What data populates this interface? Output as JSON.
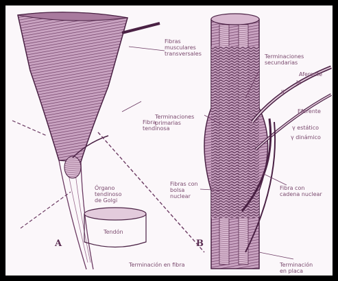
{
  "colors": {
    "ink": "#6b3a62",
    "fill": "#c9a3c1",
    "dark": "#4a2144",
    "paper": "#fbf7fa",
    "border": "#000000"
  },
  "panels": {
    "a": {
      "letter": "A"
    },
    "b": {
      "letter": "B"
    }
  },
  "labels": {
    "fibras_musculares_transversales": "Fibras\nmusculares\ntransversales",
    "fibras_tendinosas": "Fibra\ntendinosa",
    "organo_tendinoso_golgi": "Órgano\ntendinoso\nde Golgi",
    "tendon": "Tendón",
    "terminaciones_secundarias": "Terminaciones\nsecundarias",
    "terminaciones_primarias": "Terminaciones\nprimarias",
    "fibras_intrafusales_nucleares": "Fibras con\nbolsa\nnuclear",
    "fibras_cadena_nuclear": "Fibra con\ncadena nuclear",
    "aferente": "Aferente",
    "eferente": "Eferente",
    "ia": "Ia",
    "ii": "II",
    "gamma_estatico": "γ estático",
    "gamma_dinamico": "γ dinámico",
    "terminacion_placa": "Terminación\nen placa",
    "terminacion_fibra": "Terminación en fibra"
  }
}
